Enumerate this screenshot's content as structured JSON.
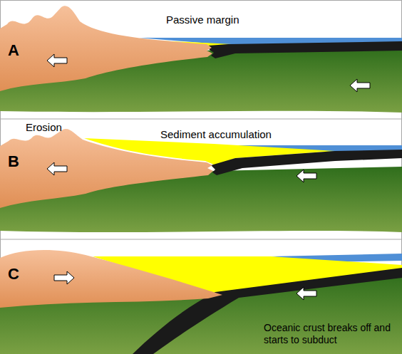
{
  "diagram": {
    "labels": [
      "Passive margin",
      "A",
      "Erosion",
      "Sediment accumulation",
      "B",
      "C",
      "Oceanic crust breaks off and starts to subduct"
    ]
  }
}
